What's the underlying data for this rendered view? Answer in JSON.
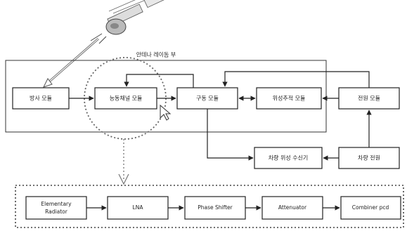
{
  "diagram": {
    "top_group_label": "안테나 레이돔 부",
    "top_modules": {
      "radiation": "방사 모듈",
      "active_channel": "능동채널 모듈",
      "drive": "구동 모듈",
      "satellite_tracking": "위성추적 모듈",
      "power": "전원 모듈"
    },
    "vehicle_modules": {
      "receiver": "차량 위성 수신기",
      "power": "차량 전원"
    },
    "bottom_chain": {
      "elementary_radiator_line1": "Elementary",
      "elementary_radiator_line2": "Radiator",
      "lna": "LNA",
      "phase_shifter": "Phase Shifter",
      "attenuator": "Attenuator",
      "combiner_pcd": "Combiner pcd"
    },
    "icons": {
      "satellite": "satellite-icon",
      "signal_arrow": "signal-arrow-icon",
      "cursor": "cursor-arrow-icon"
    }
  }
}
